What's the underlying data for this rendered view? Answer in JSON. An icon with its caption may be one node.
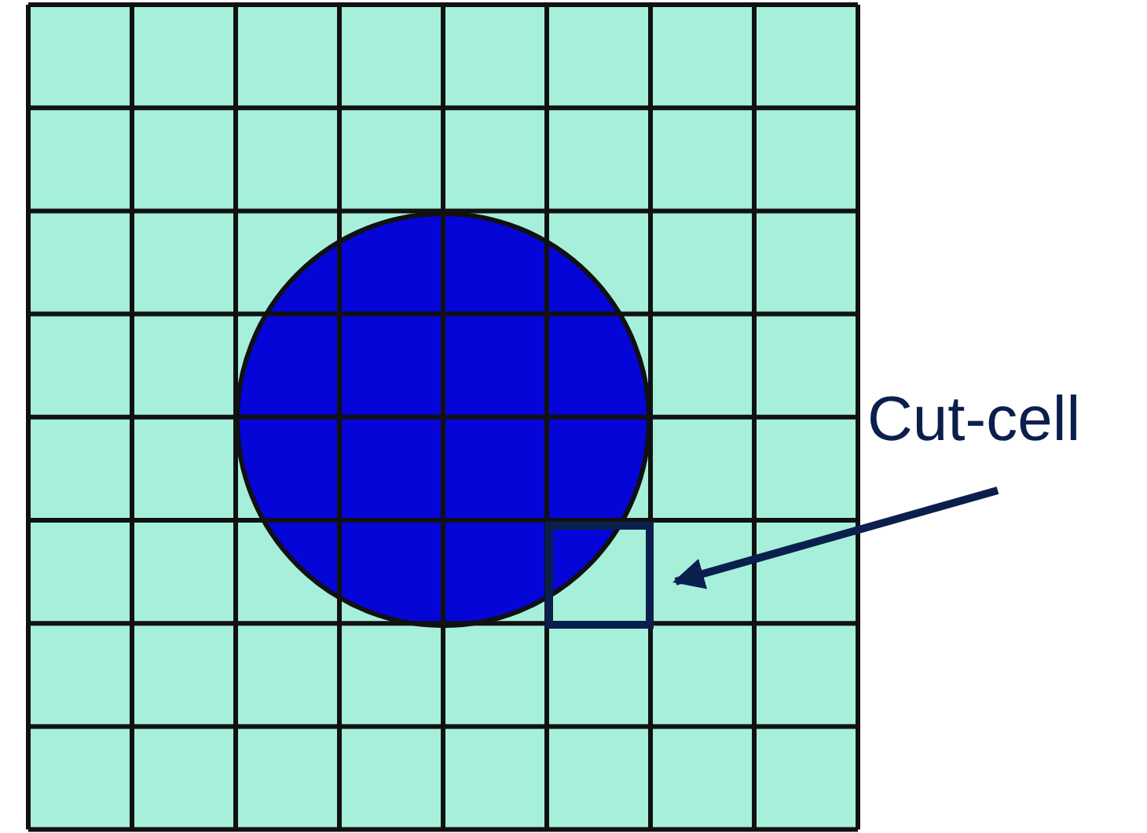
{
  "diagram": {
    "nodes": [
      {
        "text": [
          "Cut-cell"
        ]
      },
      {
        "text": [],
        "shape": "box"
      }
    ],
    "edges": [
      {
        "from": 0,
        "to": 1,
        "arrow": "to"
      }
    ]
  }
}
